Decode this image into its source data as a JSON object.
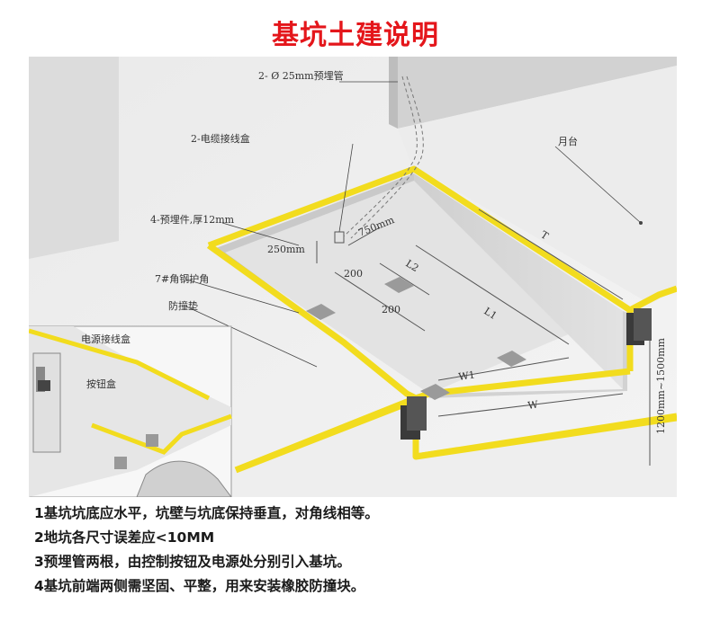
{
  "title": "基坑土建说明",
  "labels": {
    "pipe": "2- Ø 25mm预埋管",
    "cable_box": "2-电缆接线盒",
    "embedded": "4-预埋件,厚12mm",
    "angle_steel": "7#角钢护角",
    "bumper": "防撞垫",
    "platform": "月台",
    "power_box": "电源接线盒",
    "button_box": "按钮盒"
  },
  "dimensions": {
    "d250": "250mm",
    "d750": "750mm",
    "d200a": "200",
    "d200b": "200",
    "l2": "L2",
    "l1": "L1",
    "w1": "W1",
    "w": "W",
    "t": "T",
    "depth": "1200mm~1500mm"
  },
  "notes": [
    "1基坑坑底应水平，坑壁与坑底保持垂直，对角线相等。",
    "2地坑各尺寸误差应<10MM",
    "3预埋管两根，由控制按钮及电源处分别引入基坑。",
    "4基坑前端两侧需坚固、平整，用来安装橡胶防撞块。"
  ],
  "colors": {
    "title": "#e4161b",
    "edge": "#f2dc1e"
  }
}
